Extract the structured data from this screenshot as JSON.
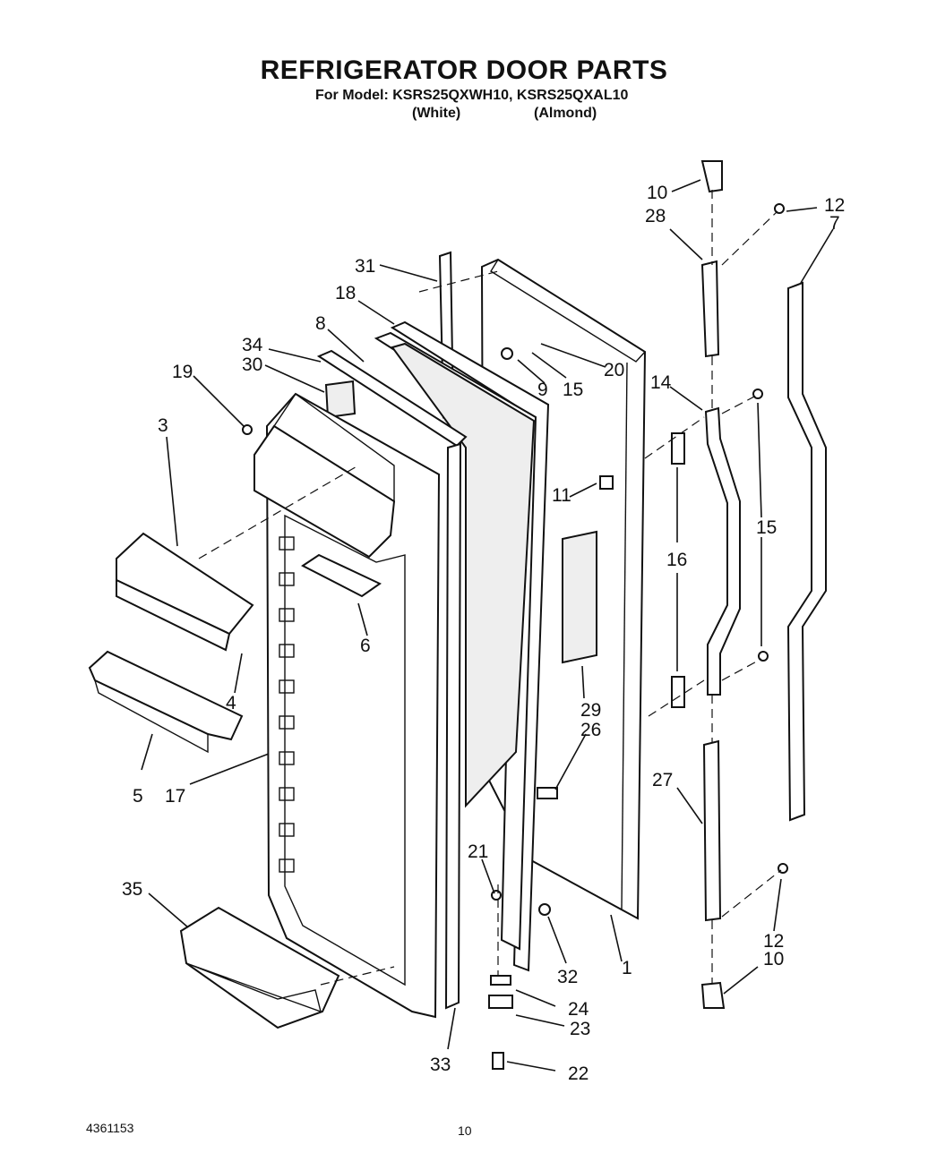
{
  "title": "REFRIGERATOR DOOR PARTS",
  "subtitle": "For Model: KSRS25QXWH10, KSRS25QXAL10",
  "variants": {
    "white": "(White)",
    "almond": "(Almond)"
  },
  "footer": {
    "doc_number": "4361153",
    "page_number": "10"
  },
  "callouts": {
    "c10a": "10",
    "c12a": "12",
    "c28": "28",
    "c7": "7",
    "c31": "31",
    "c18": "18",
    "c8": "8",
    "c34": "34",
    "c30": "30",
    "c19": "19",
    "c20": "20",
    "c9": "9",
    "c15a": "15",
    "c14": "14",
    "c3": "3",
    "c11": "11",
    "c15b": "15",
    "c16": "16",
    "c6": "6",
    "c4": "4",
    "c29": "29",
    "c26": "26",
    "c5": "5",
    "c17": "17",
    "c27": "27",
    "c21": "21",
    "c35": "35",
    "c32": "32",
    "c1": "1",
    "c12b": "12",
    "c10b": "10",
    "c24": "24",
    "c23": "23",
    "c33": "33",
    "c22": "22"
  }
}
